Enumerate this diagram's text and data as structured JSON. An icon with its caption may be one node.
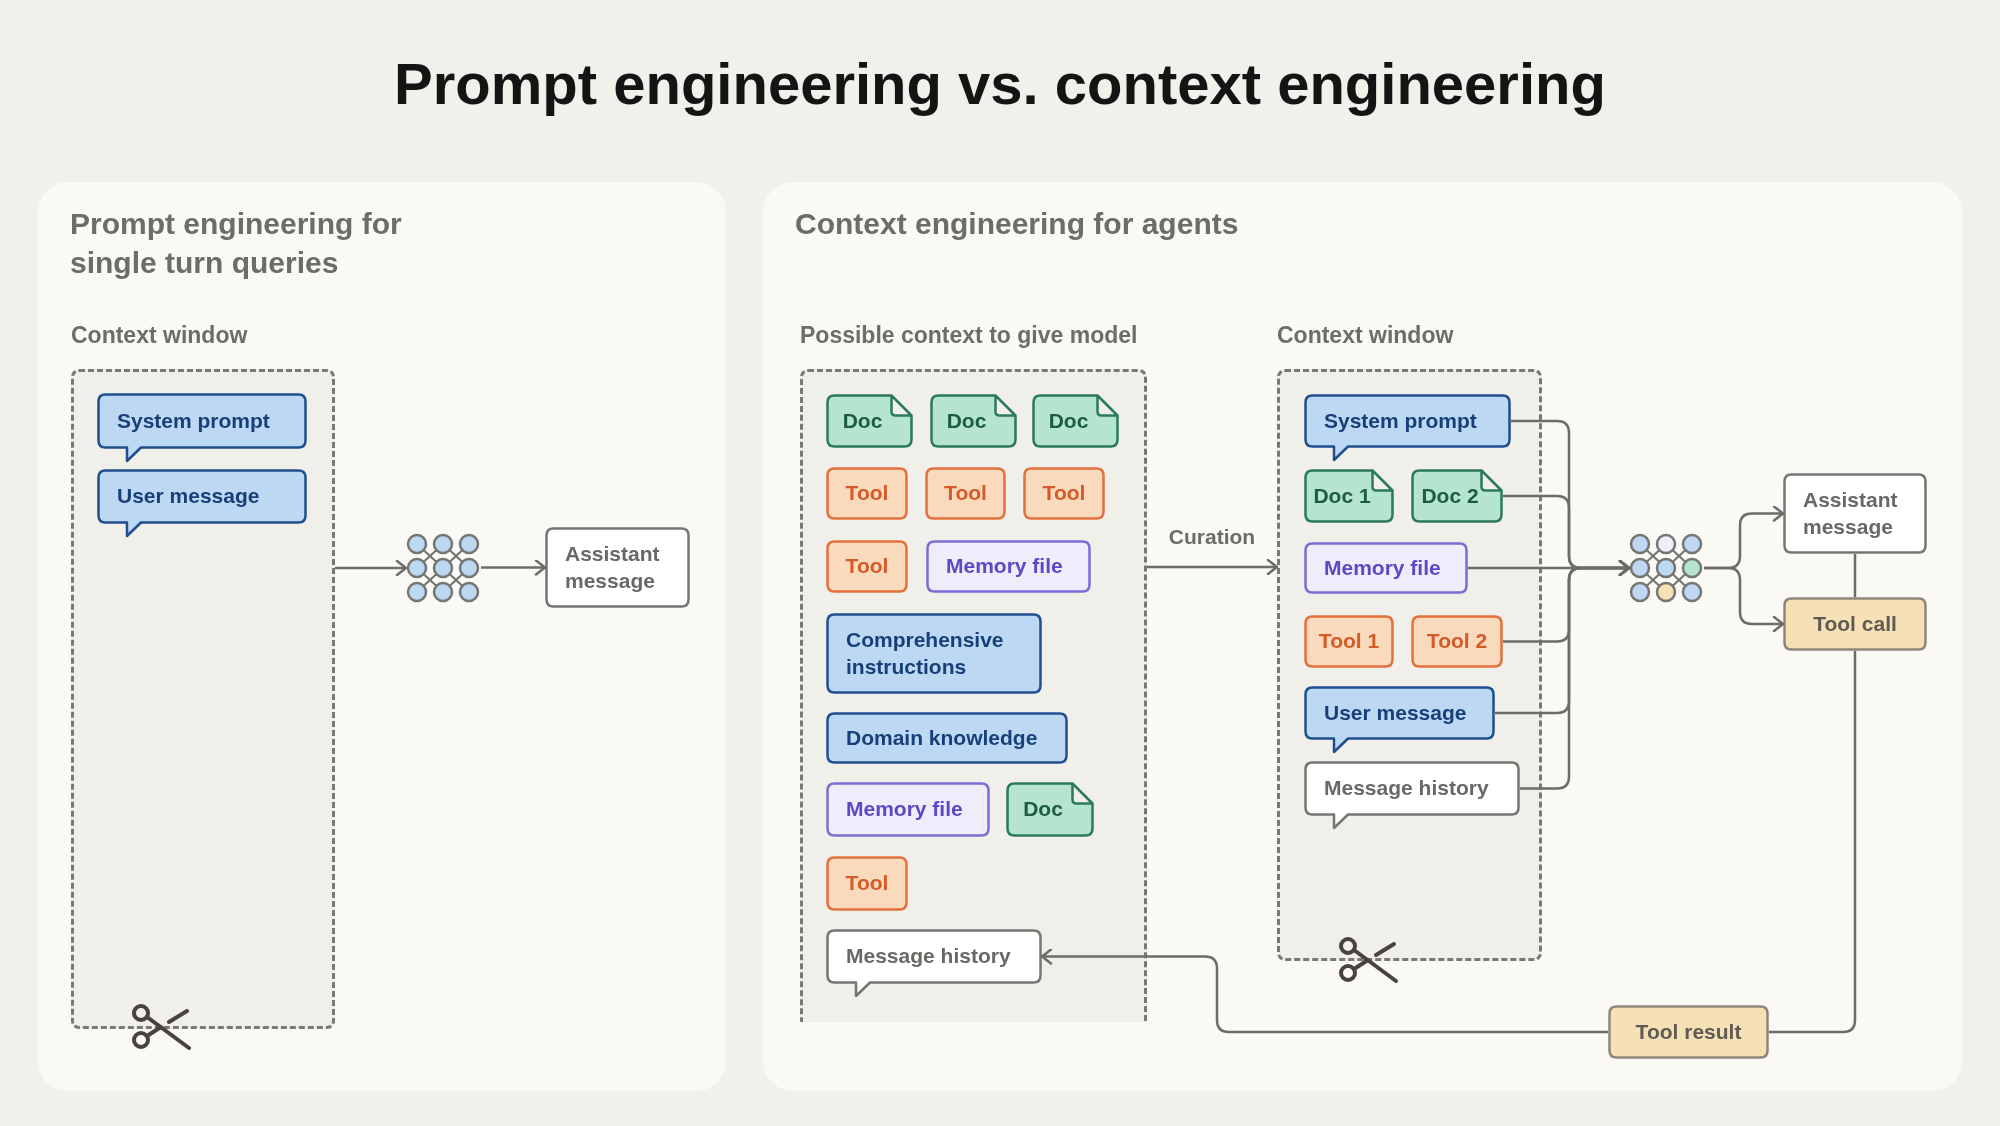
{
  "diagram": {
    "title": "Prompt engineering vs. context engineering",
    "nodes": [
      {
        "text": [
          "Prompt engineering for single turn queries"
        ]
      },
      {
        "text": [
          "Context window"
        ],
        "in": 0
      },
      {
        "text": [
          "System prompt"
        ],
        "in": 1
      },
      {
        "text": [
          "User message"
        ],
        "in": 1
      },
      {
        "text": [],
        "shape": "picture",
        "in": 0
      },
      {
        "text": [
          "Assistant message"
        ],
        "in": 0
      },
      {
        "text": [
          "Context engineering for agents"
        ]
      },
      {
        "text": [
          "Possible context to give model"
        ],
        "in": 6
      },
      {
        "text": [
          "Doc"
        ],
        "in": 7
      },
      {
        "text": [
          "Doc"
        ],
        "in": 7
      },
      {
        "text": [
          "Doc"
        ],
        "in": 7
      },
      {
        "text": [
          "Tool"
        ],
        "in": 7
      },
      {
        "text": [
          "Tool"
        ],
        "in": 7
      },
      {
        "text": [
          "Tool"
        ],
        "in": 7
      },
      {
        "text": [
          "Tool"
        ],
        "in": 7
      },
      {
        "text": [
          "Memory file"
        ],
        "in": 7
      },
      {
        "text": [
          "Comprehensive instructions"
        ],
        "in": 7
      },
      {
        "text": [
          "Domain knowledge"
        ],
        "in": 7
      },
      {
        "text": [
          "Memory file"
        ],
        "in": 7
      },
      {
        "text": [
          "Doc"
        ],
        "in": 7
      },
      {
        "text": [
          "Tool"
        ],
        "in": 7
      },
      {
        "text": [
          "Message history"
        ],
        "in": 7
      },
      {
        "text": [
          "Context window"
        ],
        "in": 6
      },
      {
        "text": [
          "System prompt"
        ],
        "in": 22
      },
      {
        "text": [
          "Doc 1"
        ],
        "in": 22
      },
      {
        "text": [
          "Doc 2"
        ],
        "in": 22
      },
      {
        "text": [
          "Memory file"
        ],
        "in": 22
      },
      {
        "text": [
          "Tool 1"
        ],
        "in": 22
      },
      {
        "text": [
          "Tool 2"
        ],
        "in": 22
      },
      {
        "text": [
          "User message"
        ],
        "in": 22
      },
      {
        "text": [
          "Message history"
        ],
        "in": 22
      },
      {
        "text": [],
        "shape": "picture",
        "in": 6
      },
      {
        "text": [
          "Assistant message"
        ],
        "in": 6
      },
      {
        "text": [
          "Tool call"
        ],
        "in": 6
      },
      {
        "text": [
          "Tool result"
        ],
        "in": 6
      }
    ],
    "edges": [
      {
        "from": 1,
        "to": 4,
        "arrow": "to"
      },
      {
        "from": 4,
        "to": 5,
        "arrow": "to"
      },
      {
        "from": 7,
        "to": 22,
        "arrow": "to",
        "label": "Curation"
      },
      {
        "from": 23,
        "to": 31,
        "arrow": "to"
      },
      {
        "from": 25,
        "to": 31,
        "arrow": "to"
      },
      {
        "from": 26,
        "to": 31,
        "arrow": "to"
      },
      {
        "from": 28,
        "to": 31,
        "arrow": "to"
      },
      {
        "from": 29,
        "to": 31,
        "arrow": "to"
      },
      {
        "from": 30,
        "to": 31,
        "arrow": "to"
      },
      {
        "from": 31,
        "to": 32,
        "arrow": "to"
      },
      {
        "from": 31,
        "to": 33,
        "arrow": "to"
      },
      {
        "from": 32,
        "to": 33,
        "arrow": "none"
      },
      {
        "from": 33,
        "to": 34,
        "arrow": "none"
      },
      {
        "from": 34,
        "to": 21,
        "arrow": "to"
      }
    ]
  }
}
